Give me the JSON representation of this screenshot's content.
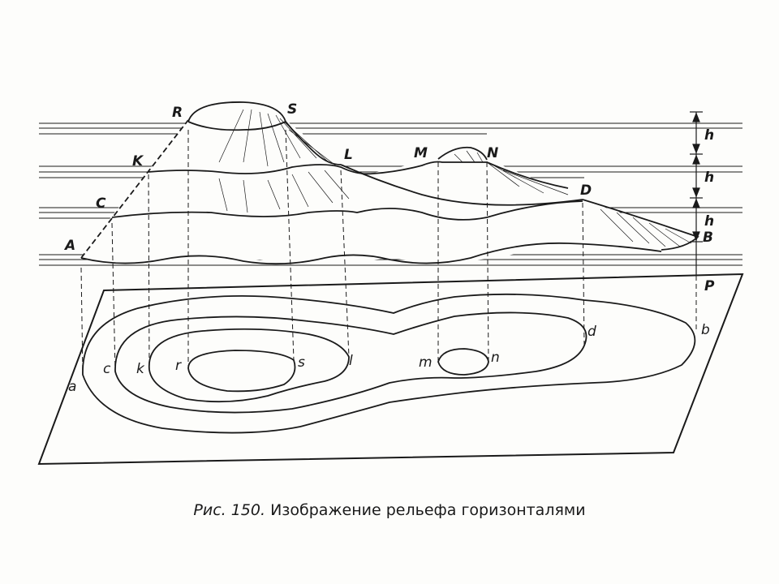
{
  "diagram": {
    "points_upper": [
      "R",
      "S",
      "K",
      "L",
      "M",
      "N",
      "C",
      "D",
      "A",
      "B"
    ],
    "points_lower": [
      "r",
      "s",
      "k",
      "l",
      "m",
      "n",
      "c",
      "d",
      "a",
      "b"
    ],
    "interval_label": "h",
    "plane_label": "P"
  },
  "caption": {
    "prefix": "Рис. 150.",
    "text": "Изображение рельефа горизонталями"
  },
  "colors": {
    "ink": "#1a1a1a",
    "paper": "#fdfdfb"
  }
}
